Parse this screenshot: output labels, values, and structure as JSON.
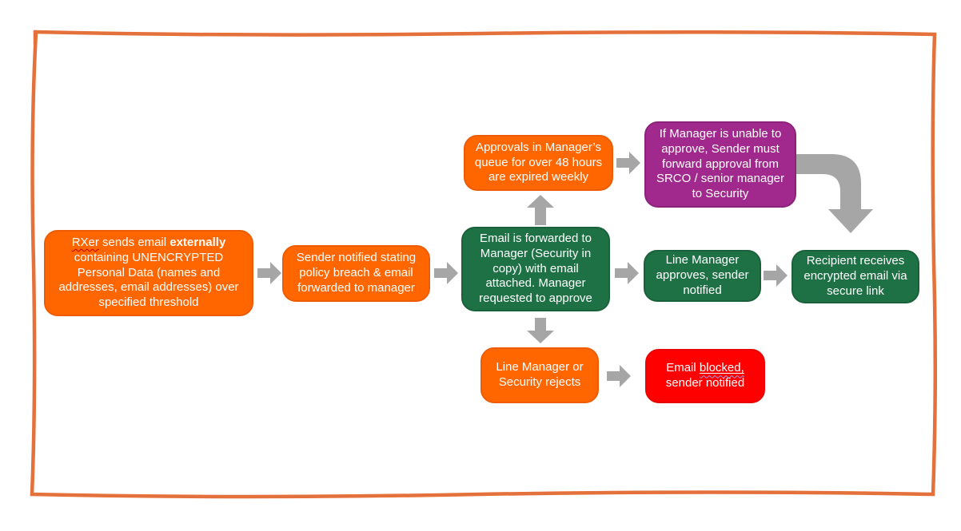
{
  "diagram": {
    "type": "flowchart",
    "title": "Unencrypted personal data email approval workflow",
    "colors": {
      "box_orange": "#FF6600",
      "box_green": "#1E7145",
      "box_purple": "#A1298E",
      "box_red": "#FE0000",
      "arrow_gray": "#A6A6A6",
      "sketch_border_orange": "#E4713B",
      "text_white": "#FFFFFF"
    },
    "boxes": {
      "start": {
        "part1": "RXer",
        "part2": " sends email ",
        "part3_bold": "externally",
        "part4": " containing UNENCRYPTED Personal Data (names and addresses, email addresses) over specified threshold",
        "color": "orange"
      },
      "sender_notified": {
        "text": "Sender notified stating policy breach & email forwarded to manager",
        "color": "orange"
      },
      "forwarded_to_manager": {
        "text": "Email is forwarded to Manager (Security in copy) with email attached. Manager requested to approve",
        "color": "green"
      },
      "approvals_expired": {
        "text": "Approvals in Manager’s queue for over 48 hours are expired weekly",
        "color": "orange"
      },
      "manager_unable": {
        "text": "If Manager is unable to approve, Sender must forward approval from SRCO / senior manager to Security",
        "color": "purple"
      },
      "manager_approves": {
        "text": "Line Manager approves, sender notified",
        "color": "green"
      },
      "recipient_receives": {
        "text": "Recipient receives encrypted email via secure link",
        "color": "green"
      },
      "rejects": {
        "text": "Line Manager or Security rejects",
        "color": "orange"
      },
      "blocked": {
        "part1": "Email ",
        "part2_underlined": "blocked,",
        "part3": " sender notified",
        "color": "red"
      }
    }
  }
}
